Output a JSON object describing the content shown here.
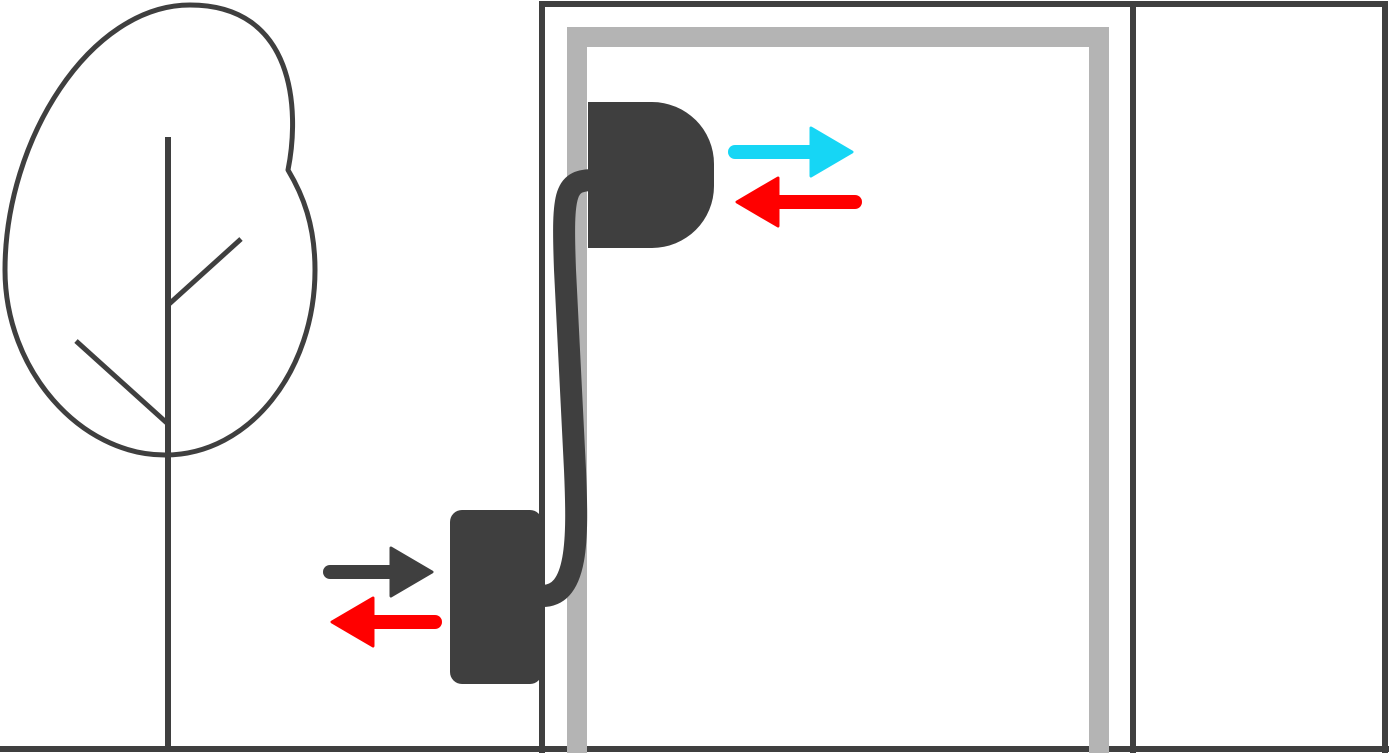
{
  "colors": {
    "background": "#ffffff",
    "outline": "#3f3f3f",
    "insulation": "#b4b4b4",
    "unit": "#3f3f3f",
    "cool_air": "#16d6f5",
    "warm_air": "#ff0000",
    "intake_air": "#3f3f3f"
  },
  "icons": {
    "tree": "tree-icon",
    "outdoor_unit": "outdoor-condenser-unit",
    "indoor_unit": "indoor-wall-unit",
    "refrigerant_line": "refrigerant-pipe",
    "arrow_right": "arrow-right-icon",
    "arrow_left": "arrow-left-icon"
  }
}
